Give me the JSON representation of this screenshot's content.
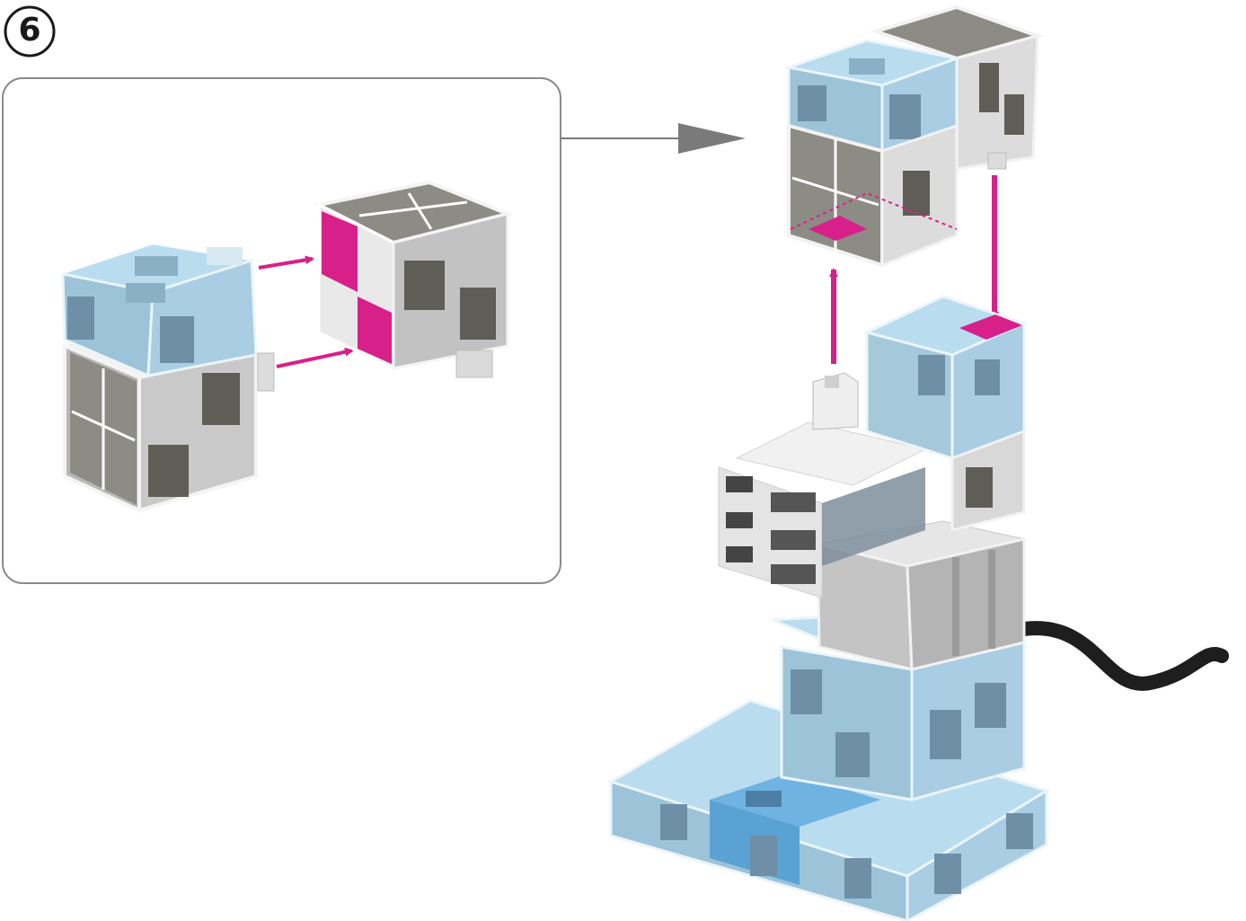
{
  "step": {
    "number_label": "6"
  },
  "colors": {
    "block_blue_top": "#b9dcef",
    "block_blue_side": "#9cc3d8",
    "block_blue_dark_side": "#8ab0c6",
    "block_blue_mark": "#6e8fa6",
    "block_gray_top": "#8c8c84",
    "block_gray_side": "#c6c6c6",
    "block_gray_mark": "#5e5e56",
    "block_white": "#e8e8e8",
    "accent_magenta": "#d8208a",
    "callout_border": "#8a8a8a",
    "callout_arrow": "#7a7a7a",
    "cable": "#1e1e1e"
  },
  "icons": {
    "step_badge": "circled-number",
    "connect_arrow": "magenta-arrow",
    "callout_pointer": "gray-triangle-arrow"
  }
}
